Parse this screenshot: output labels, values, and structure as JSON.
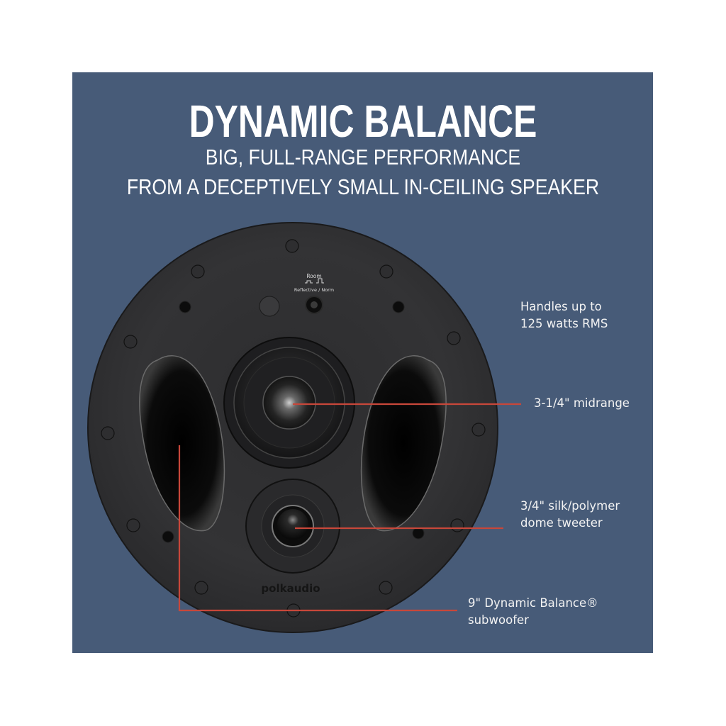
{
  "headline": {
    "title": "DYNAMIC BALANCE",
    "subtitle_line1": "BIG, FULL-RANGE PERFORMANCE",
    "subtitle_line2": "FROM A DECEPTIVELY SMALL IN-CEILING SPEAKER"
  },
  "speaker": {
    "brand_logo": "polkaudio",
    "switch_label_top": "Room",
    "switch_label_bottom": "Reflective / Norm"
  },
  "callouts": {
    "power": {
      "line1": "Handles up to",
      "line2": "125 watts RMS"
    },
    "midrange": {
      "line1": "3-1/4\" midrange"
    },
    "tweeter": {
      "line1": "3/4\" silk/polymer",
      "line2": "dome tweeter"
    },
    "subwoofer": {
      "line1": "9\" Dynamic Balance®",
      "line2": "subwoofer"
    }
  },
  "colors": {
    "panel_background": "#475b78",
    "leader_line": "#c8473a",
    "text": "#ffffff"
  }
}
